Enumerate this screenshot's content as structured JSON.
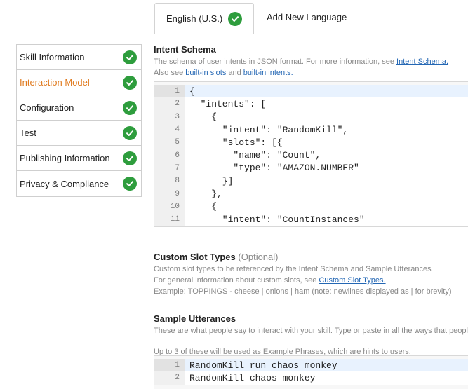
{
  "tabs": [
    {
      "label": "English (U.S.)",
      "active": true
    },
    {
      "label": "Add New Language",
      "active": false
    }
  ],
  "sidebar": {
    "items": [
      {
        "label": "Skill Information",
        "active": false
      },
      {
        "label": "Interaction Model",
        "active": true
      },
      {
        "label": "Configuration",
        "active": false
      },
      {
        "label": "Test",
        "active": false
      },
      {
        "label": "Publishing Information",
        "active": false
      },
      {
        "label": "Privacy & Compliance",
        "active": false
      }
    ]
  },
  "intent_schema": {
    "title": "Intent Schema",
    "desc_line1": "The schema of user intents in JSON format. For more information, see ",
    "desc_link1": "Intent Schema.",
    "desc_line2_prefix": "Also see ",
    "desc_link2": "built-in slots",
    "desc_line2_mid": " and ",
    "desc_link3": "built-in intents."
  },
  "schema_code": [
    {
      "n": "1",
      "text": "{"
    },
    {
      "n": "2",
      "text": "  \"intents\": ["
    },
    {
      "n": "3",
      "text": "    {"
    },
    {
      "n": "4",
      "text": "      \"intent\": \"RandomKill\","
    },
    {
      "n": "5",
      "text": "      \"slots\": [{"
    },
    {
      "n": "6",
      "text": "        \"name\": \"Count\","
    },
    {
      "n": "7",
      "text": "        \"type\": \"AMAZON.NUMBER\""
    },
    {
      "n": "8",
      "text": "      }]"
    },
    {
      "n": "9",
      "text": "    },"
    },
    {
      "n": "10",
      "text": "    {"
    },
    {
      "n": "11",
      "text": "      \"intent\": \"CountInstances\""
    }
  ],
  "custom_slots": {
    "title": "Custom Slot Types",
    "optional": "(Optional)",
    "desc_line1": "Custom slot types to be referenced by the Intent Schema and Sample Utterances",
    "desc_line2_prefix": "For general information about custom slots, see ",
    "desc_link": "Custom Slot Types.",
    "desc_line3": "Example: TOPPINGS - cheese | onions | ham (note: newlines displayed as | for brevity)"
  },
  "sample_utterances": {
    "title": "Sample Utterances",
    "desc_line1": "These are what people say to interact with your skill. Type or paste in all the ways that people",
    "desc_line2": "Up to 3 of these will be used as Example Phrases, which are hints to users."
  },
  "utterance_code": [
    {
      "n": "1",
      "text": "RandomKill run chaos monkey"
    },
    {
      "n": "2",
      "text": "RandomKill chaos monkey"
    }
  ],
  "colors": {
    "active_item": "#e07a1e",
    "check_green": "#2e9d3d",
    "link": "#2467b4"
  }
}
